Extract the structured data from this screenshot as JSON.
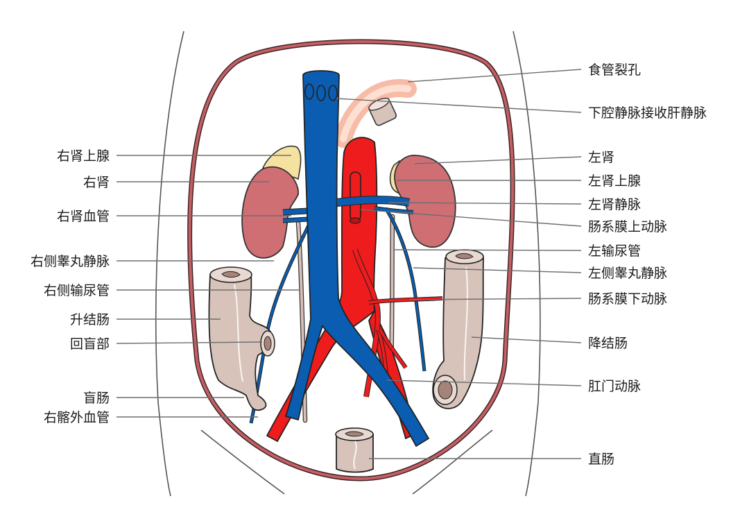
{
  "labels": {
    "esophageal_hiatus": "食管裂孔",
    "ivc_hepatic_veins": "下腔静脉接收肝静脉",
    "right_adrenal": "右肾上腺",
    "right_kidney": "右肾",
    "right_renal_vessels": "右肾血管",
    "right_testicular_vein": "右侧睾丸静脉",
    "right_ureter": "右侧输尿管",
    "ascending_colon": "升结肠",
    "ileocecal": "回盲部",
    "cecum": "盲肠",
    "right_iliac_vessels": "右髂外血管",
    "left_kidney": "左肾",
    "left_adrenal": "左肾上腺",
    "left_renal_vein": "左肾静脉",
    "sma": "肠系膜上动脉",
    "left_ureter": "左输尿管",
    "left_testicular_vein": "左侧睾丸静脉",
    "ima": "肠系膜下动脉",
    "descending_colon": "降结肠",
    "rectal_artery": "肛门动脉",
    "rectum": "直肠"
  },
  "colors": {
    "vein": "#0a5db0",
    "artery": "#ee1c1c",
    "kidney": "#cf6f74",
    "adrenal": "#f6e2a0",
    "intestine": "#d7c3ba",
    "cavity_outline": "#b5555a",
    "esophagus": "#f4a58a"
  }
}
